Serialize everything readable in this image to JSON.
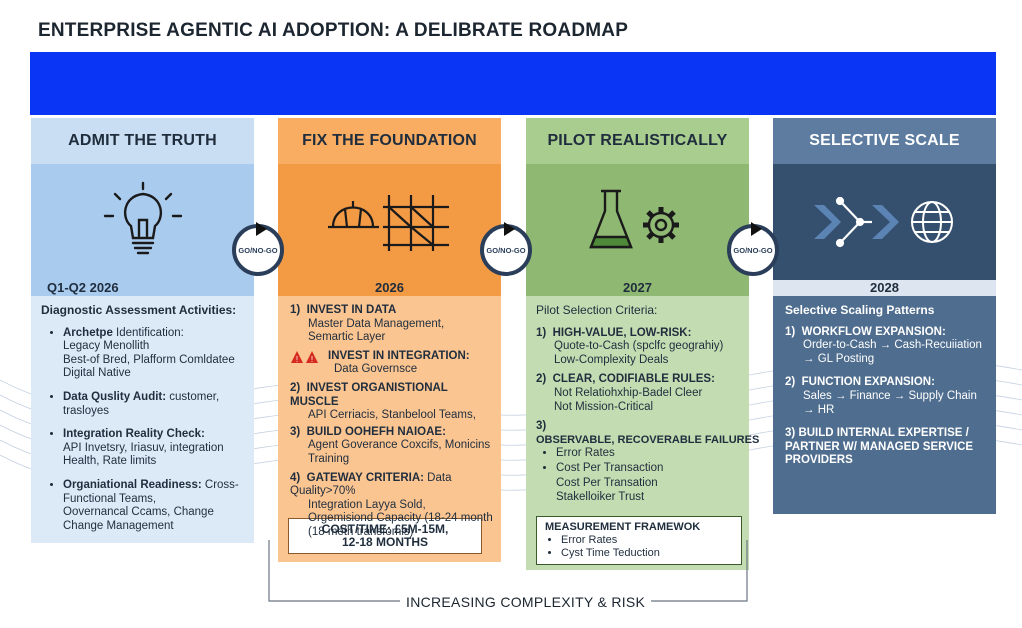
{
  "title": "ENTERPRISE AGENTIC AI ADOPTION: A DELIBRATE ROADMAP",
  "colors": {
    "banner": "#0a35f4",
    "phase1": "#bcd8f0",
    "phase2": "#f39a45",
    "phase3": "#8fb873",
    "phase4": "#35506f"
  },
  "gates": [
    "GO/NO-GO",
    "GO/NO-GO",
    "GO/NO-GO"
  ],
  "phase1": {
    "title": "ADMIT THE TRUTH",
    "icon": "lightbulb-icon",
    "period": "Q1-Q2 2026",
    "heading": "Diagnostic Assessment Activities:",
    "items": [
      {
        "label": "Archetpe",
        "rest": " Identification:",
        "lines": [
          "Legacy Menollith",
          "Best-of Bred, Plafform Comldatee",
          "Digital Native"
        ]
      },
      {
        "label": "Data Quslity Audit:",
        "rest": " customer,",
        "lines": [
          "trasloyes"
        ]
      },
      {
        "label": "Integration Reality Check:",
        "rest": "",
        "lines": [
          "API Invetsry, Iriasuv, integration",
          "Health, Rate limits"
        ]
      },
      {
        "label": "Organiational Readiness:",
        "rest": " Cross-",
        "lines": [
          "Functional Teams,",
          "Oovernancal Ccams, Change",
          "Change Management"
        ]
      }
    ]
  },
  "phase2": {
    "title": "FIX THE FOUNDATION",
    "icon": "construction-icon",
    "period": "2026",
    "items": [
      {
        "num": "1)",
        "label": "INVEST IN DATA",
        "lines": [
          "Master Data Management,",
          "Semartic Layer"
        ]
      },
      {
        "num": "",
        "label": "INVEST IN INTEGRATION:",
        "lines": [
          "Data Governsce"
        ],
        "warning": true
      },
      {
        "num": "2)",
        "label": "INVEST ORGANISTIONAL MUSCLE",
        "lines": [
          "API Cerriacis, Stanbelool Teams,"
        ]
      },
      {
        "num": "3)",
        "label": "BUILD OOHEFH NAIOAE:",
        "lines": [
          "Agent Goverance Coxcifs, Monicins",
          "Training"
        ]
      },
      {
        "num": "4)",
        "label": "GATEWAY CRITERIA:",
        "rest": " Data Quality>70%",
        "lines": [
          "Integration Layya Sold,",
          "Orgemisiond Capacity (18-24 month",
          "(18 meth transfomis)"
        ]
      }
    ],
    "cost": [
      "COST/TIME: £5M-15M,",
      "12-18 MONTHS"
    ]
  },
  "phase3": {
    "title": "PILOT REALISTICALLY",
    "icon": "flask-gear-icon",
    "period": "2027",
    "heading": "Pilot Selection Criteria:",
    "items": [
      {
        "num": "1)",
        "label": "HIGH-VALUE, LOW-RISK:",
        "lines": [
          "Quote-to-Cash (spclfc geograhiy)",
          "Low-Complexity Deals"
        ]
      },
      {
        "num": "2)",
        "label": "CLEAR, CODIFIABLE RULES:",
        "lines": [
          "Not Relatiohxhip-Badel Cleer",
          "Not Mission-Critical"
        ]
      },
      {
        "num": "3)",
        "label": "OBSERVABLE, RECOVERABLE FAILURES",
        "lines": [
          "Error Rates",
          "Cost Per Transaction",
          "Cost Per Transation",
          "Stakelloiker Trust"
        ]
      }
    ],
    "framework_title": "MEASUREMENT FRAMEWOK",
    "framework_items": [
      "Error Rates",
      "Cyst Time Teduction"
    ]
  },
  "phase4": {
    "title": "SELECTIVE SCALE",
    "icon": "network-globe-icon",
    "period": "2028",
    "heading": "Selective Scaling Patterns",
    "items": [
      {
        "num": "1)",
        "label": "WORKFLOW EXPANSION:",
        "lines": [
          "Order-to-Cash → Cash-Recuiiation",
          "→ GL Posting"
        ]
      },
      {
        "num": "2)",
        "label": "FUNCTION EXPANSION:",
        "lines": [
          "Sales → Finance → Supply Chain",
          "→ HR"
        ]
      },
      {
        "num": "3)",
        "label": "BUILD INTERNAL EXPERTISE /",
        "lines": [
          "PARTNER W/ MANAGED SERVICE",
          "PROVIDERS"
        ]
      }
    ]
  },
  "footer": "INCREASING COMPLEXITY & RISK"
}
